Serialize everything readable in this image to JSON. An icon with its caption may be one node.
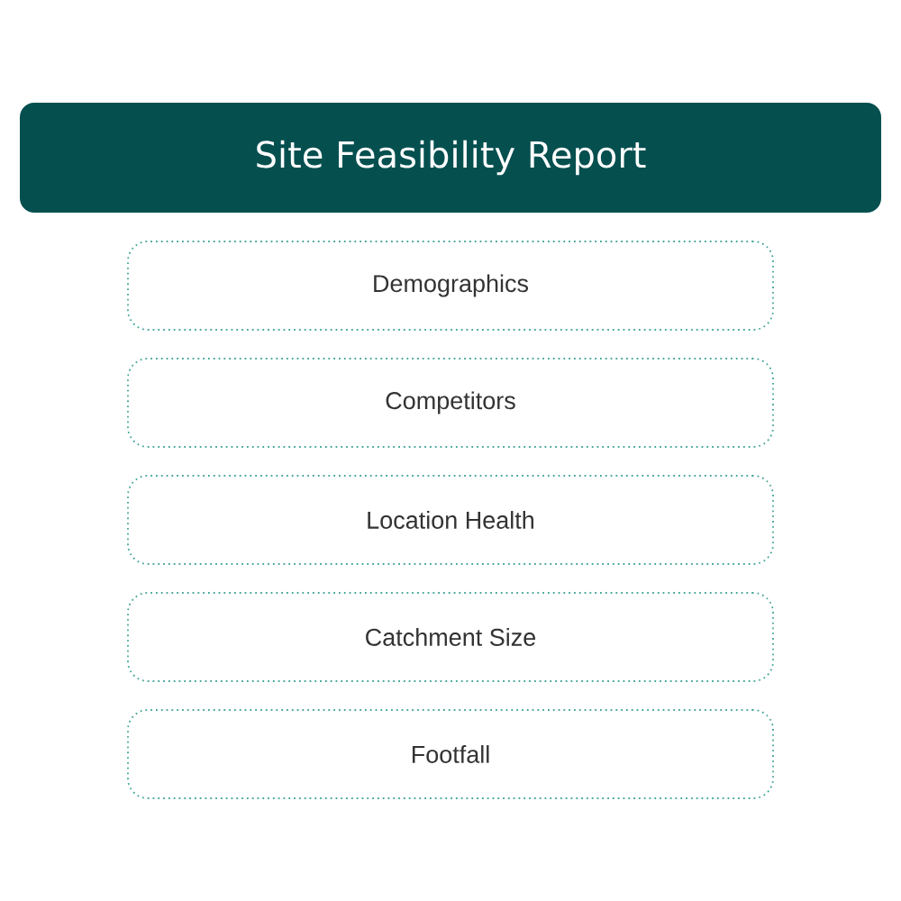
{
  "diagram": {
    "nodes": [
      {
        "text": [
          "Site Feasibility Report"
        ]
      },
      {
        "text": [
          "Demographics"
        ]
      },
      {
        "text": [
          "Competitors"
        ]
      },
      {
        "text": [
          "Location Health"
        ]
      },
      {
        "text": [
          "Catchment Size"
        ]
      },
      {
        "text": [
          "Footfall"
        ]
      }
    ]
  }
}
